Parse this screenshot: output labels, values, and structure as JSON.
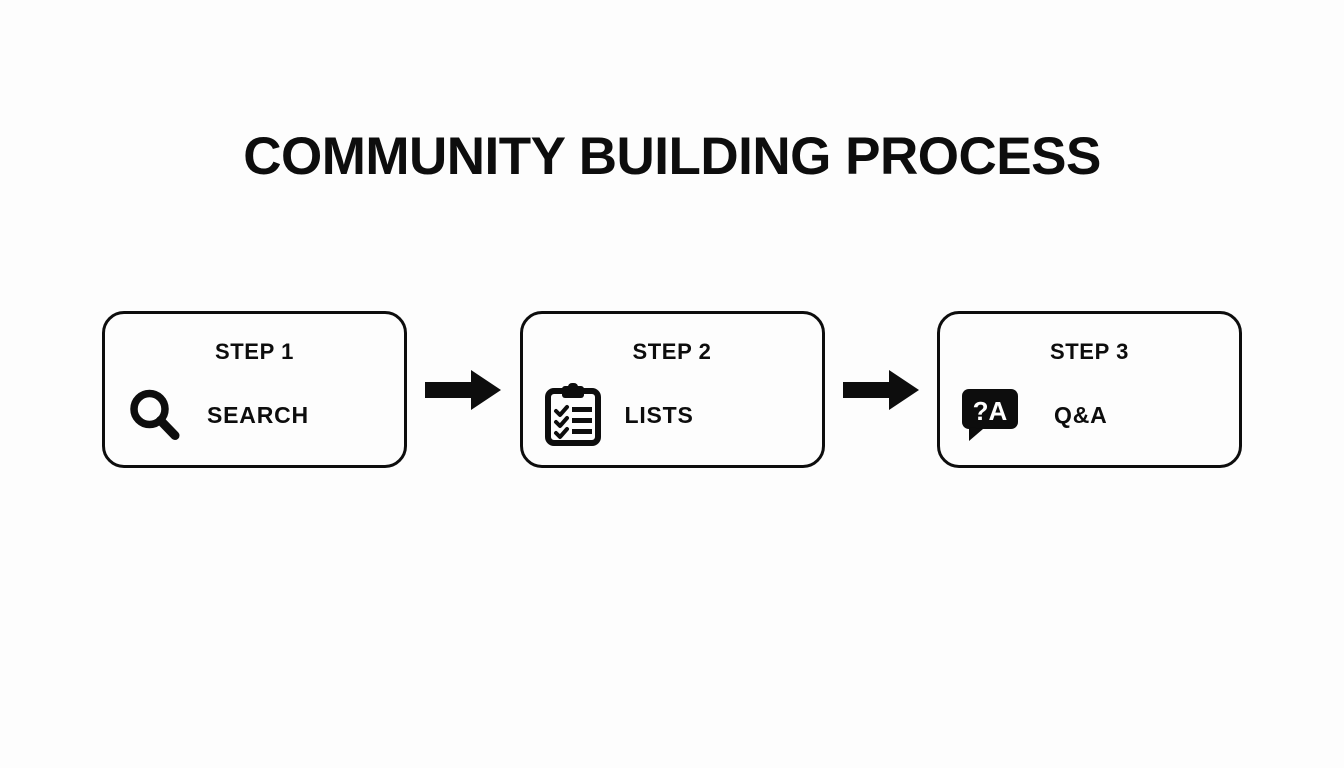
{
  "page": {
    "title": "COMMUNITY BUILDING PROCESS",
    "background_color": "#fdfdfd",
    "ink_color": "#0d0d0d"
  },
  "flow": {
    "steps": [
      {
        "label": "STEP 1",
        "name": "SEARCH",
        "icon": "magnifier-icon"
      },
      {
        "label": "STEP 2",
        "name": "LISTS",
        "icon": "clipboard-checklist-icon"
      },
      {
        "label": "STEP 3",
        "name": "Q&A",
        "icon": "speech-bubble-qa-icon",
        "icon_text": "?A"
      }
    ],
    "connectors": [
      {
        "icon": "arrow-right-icon"
      },
      {
        "icon": "arrow-right-icon"
      }
    ]
  }
}
